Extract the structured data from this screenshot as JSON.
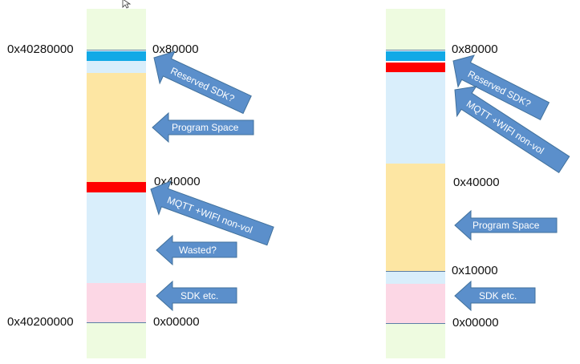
{
  "colors": {
    "outside": "#eefbe0",
    "reserved_sdk": "#12a9e6",
    "mqtt_wifi": "#ff0000",
    "free": "#d9eefb",
    "program": "#fde6a3",
    "sdk": "#fcd7e5",
    "boundary_line": "#5b7fa6",
    "arrow_fill": "#5b8fcb",
    "arrow_stroke": "#41719c",
    "arrow_text": "#ffffff"
  },
  "left_map": {
    "addresses_left": {
      "top": "0x40280000",
      "bottom": "0x40200000"
    },
    "addresses_right": {
      "top": "0x80000",
      "mid": "0x40000",
      "bottom": "0x00000"
    },
    "segments": [
      "outside",
      "reserved_sdk",
      "free",
      "program",
      "mqtt_wifi",
      "free",
      "sdk",
      "outside"
    ],
    "arrows": {
      "reserved": "Reserved SDK?",
      "program": "Program Space",
      "mqtt": "MQTT +WIFI  non-vol",
      "wasted": "Wasted?",
      "sdk": "SDK etc."
    }
  },
  "right_map": {
    "addresses_right": {
      "top": "0x80000",
      "mid": "0x40000",
      "low": "0x10000",
      "bottom": "0x00000"
    },
    "segments": [
      "outside",
      "reserved_sdk",
      "mqtt_wifi",
      "free",
      "program",
      "free",
      "sdk",
      "outside"
    ],
    "arrows": {
      "reserved": "Reserved SDK?",
      "mqtt": "MQTT +WIFI  non-vol",
      "program": "Program Space",
      "sdk": "SDK etc."
    }
  }
}
